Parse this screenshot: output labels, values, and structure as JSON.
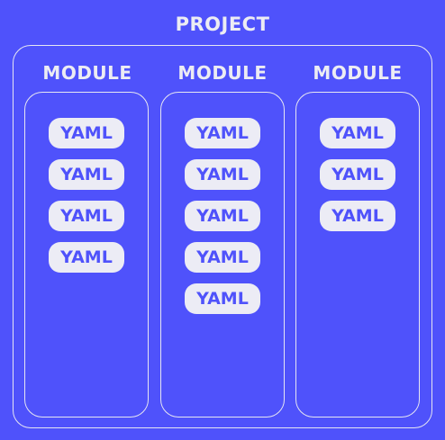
{
  "diagram": {
    "project": {
      "label": "PROJECT"
    },
    "modules": [
      {
        "label": "MODULE",
        "files": [
          "YAML",
          "YAML",
          "YAML",
          "YAML"
        ]
      },
      {
        "label": "MODULE",
        "files": [
          "YAML",
          "YAML",
          "YAML",
          "YAML",
          "YAML"
        ]
      },
      {
        "label": "MODULE",
        "files": [
          "YAML",
          "YAML",
          "YAML"
        ]
      }
    ]
  },
  "colors": {
    "background": "#4f52fb",
    "outline": "#e6e6f2",
    "pill": "#ececf5",
    "pill_text": "#4f52fb"
  }
}
